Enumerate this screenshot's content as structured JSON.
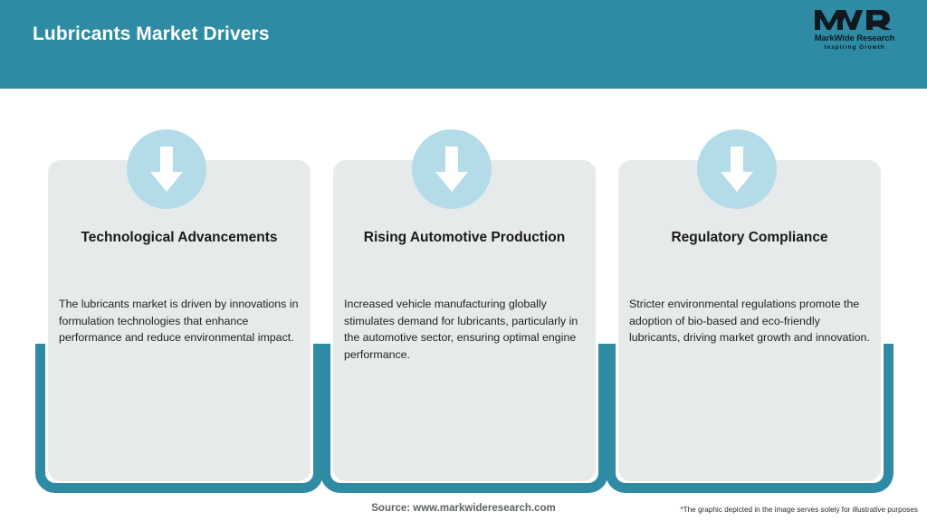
{
  "header": {
    "title": "Lubricants Market Drivers",
    "band_color": "#2e8ba3",
    "title_color": "#ffffff"
  },
  "logo": {
    "mark": "MWR",
    "name": "MarkWide Research",
    "tagline": "Inspiring Growth"
  },
  "theme": {
    "accent_teal": "#2e8ba3",
    "card_bg": "#e7eaeb",
    "badge_blue": "#b3dce8",
    "arrow_color": "#ffffff",
    "page_bg": "#ffffff"
  },
  "cards": [
    {
      "icon": "down-arrow-icon",
      "title": "Technological Advancements",
      "body": "The lubricants market is driven by innovations in formulation technologies that enhance performance and reduce environmental impact."
    },
    {
      "icon": "down-arrow-icon",
      "title": "Rising Automotive Production",
      "body": "Increased vehicle manufacturing globally stimulates demand for lubricants, particularly in the automotive sector, ensuring optimal engine performance."
    },
    {
      "icon": "down-arrow-icon",
      "title": "Regulatory Compliance",
      "body": "Stricter environmental regulations promote the adoption of bio-based and eco-friendly lubricants, driving market growth and innovation."
    }
  ],
  "footer": {
    "source": "Source: www.markwideresearch.com",
    "disclaimer": "*The graphic depicted in the image serves solely for illustrative purposes"
  }
}
